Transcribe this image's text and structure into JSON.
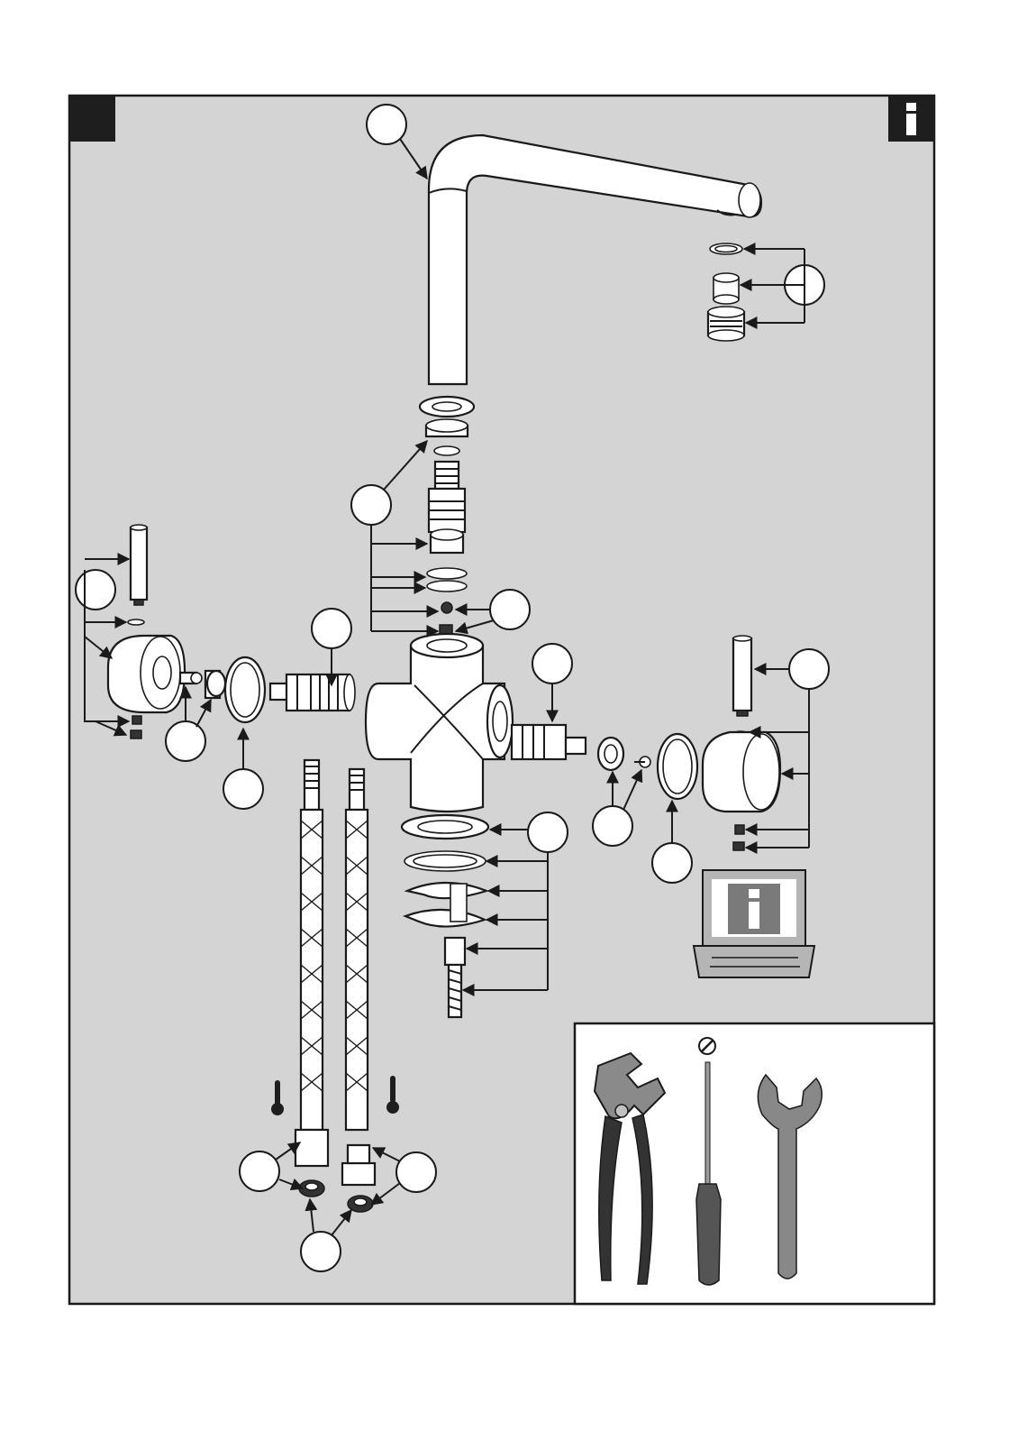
{
  "page": {
    "background": "#d4d4d4",
    "frame_color": "#1a1a1a",
    "info_icon": "info-icon",
    "laptop_icon": "laptop-info-icon"
  },
  "callouts": [
    {
      "id": "spout"
    },
    {
      "id": "aerator"
    },
    {
      "id": "cartridge-seals"
    },
    {
      "id": "grub-screw"
    },
    {
      "id": "left-lever"
    },
    {
      "id": "left-cartridge"
    },
    {
      "id": "left-screw"
    },
    {
      "id": "left-seal"
    },
    {
      "id": "right-cartridge"
    },
    {
      "id": "right-lever"
    },
    {
      "id": "right-screw"
    },
    {
      "id": "right-seal"
    },
    {
      "id": "mounting-kit"
    },
    {
      "id": "hose-left"
    },
    {
      "id": "hose-right"
    },
    {
      "id": "hose-filters"
    }
  ],
  "tools": {
    "items": [
      "pipe-wrench-icon",
      "flat-screwdriver-icon",
      "open-end-wrench-icon"
    ],
    "screw_head_icon": "slotted-screw-icon"
  },
  "temperature": {
    "cold_icon": "thermometer-cold-icon",
    "hot_icon": "thermometer-hot-icon"
  }
}
